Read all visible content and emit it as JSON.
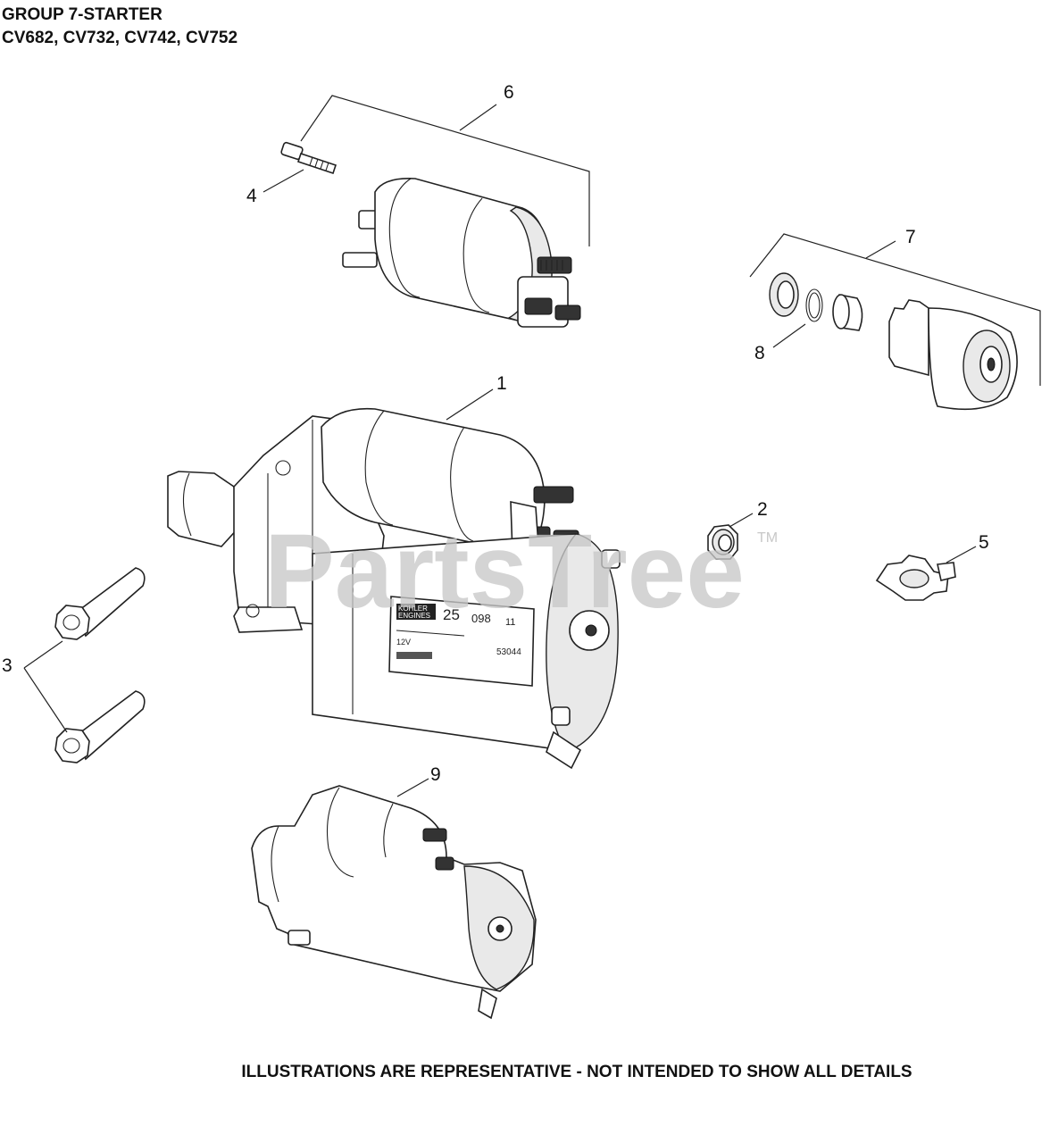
{
  "header": {
    "title": "GROUP 7-STARTER",
    "models": "CV682, CV732, CV742, CV752"
  },
  "footer": {
    "note": "ILLUSTRATIONS ARE REPRESENTATIVE - NOT INTENDED TO SHOW ALL DETAILS"
  },
  "watermark": {
    "text": "PartsTree",
    "tm": "TM"
  },
  "callouts": {
    "c1": "1",
    "c2": "2",
    "c3": "3",
    "c4": "4",
    "c5": "5",
    "c6": "6",
    "c7": "7",
    "c8": "8",
    "c9": "9"
  },
  "nameplate": {
    "brand_line1": "KOHLER",
    "brand_line2": "ENGINES",
    "part_a": "25",
    "part_b": "098",
    "part_c": "11",
    "voltage": "12V",
    "serial": "53044"
  },
  "colors": {
    "line": "#222222",
    "watermark": "#c8c8c8",
    "background": "#ffffff"
  }
}
